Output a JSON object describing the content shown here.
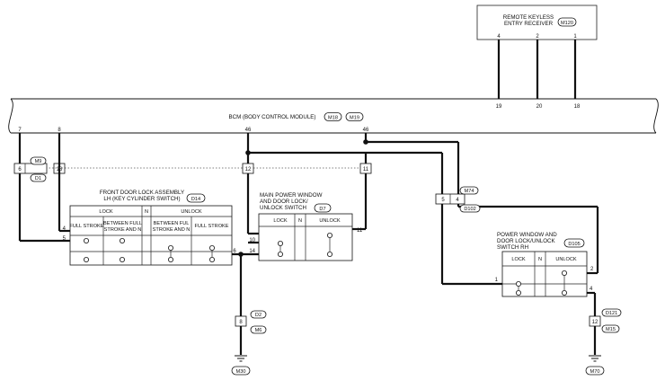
{
  "receiver": {
    "title_line1": "REMOTE KEYLESS",
    "title_line2": "ENTRY RECEIVER",
    "connector": "M120",
    "pins": [
      "4",
      "2",
      "1"
    ]
  },
  "bcm": {
    "label": "BCM (BODY CONTROL MODULE)",
    "connectors": [
      "M18",
      "M19"
    ],
    "top_pins": [
      "19",
      "20",
      "18"
    ],
    "bottom_pins": [
      "7",
      "8",
      "46",
      "46"
    ]
  },
  "joint_m9": {
    "pins": [
      "6",
      "18"
    ],
    "connectors": [
      "M9",
      "D1"
    ]
  },
  "joint_center": {
    "pins": [
      "12",
      "11"
    ]
  },
  "joint_m74": {
    "pins": [
      "5",
      "4"
    ],
    "connectors": [
      "M74",
      "D102"
    ]
  },
  "front_lock": {
    "title_line1": "FRONT DOOR LOCK ASSEMBLY",
    "title_line2": "LH (KEY CYLINDER SWITCH)",
    "connector": "D14",
    "col_lock": "LOCK",
    "col_n": "N",
    "col_unlock": "UNLOCK",
    "sub1": "FULL STROKE",
    "sub2_line1": "BETWEEN FULL",
    "sub2_line2": "STROKE AND N",
    "sub3_line1": "BETWEEN FUL",
    "sub3_line2": "STROKE AND N",
    "sub4": "FULL STROKE",
    "pins": [
      "4",
      "5",
      "6"
    ]
  },
  "main_switch": {
    "title_line1": "MAIN POWER WINDOW",
    "title_line2": "AND DOOR LOCK/",
    "title_line3": "UNLOCK SWITCH",
    "connector": "D7",
    "col_lock": "LOCK",
    "col_n": "N",
    "col_unlock": "UNLOCK",
    "pins": [
      "10",
      "14",
      "11"
    ]
  },
  "rh_switch": {
    "title_line1": "POWER WINDOW AND",
    "title_line2": "DOOR LOCK/UNLOCK",
    "title_line3": "SWITCH RH",
    "connector": "D105",
    "col_lock": "LOCK",
    "col_n": "N",
    "col_unlock": "UNLOCK",
    "pins": [
      "2",
      "1",
      "4"
    ]
  },
  "ground_left": {
    "pin": "8",
    "connectors": [
      "D2",
      "M6"
    ],
    "ground": "M30"
  },
  "ground_right": {
    "pin": "12",
    "connectors": [
      "D121",
      "M15"
    ],
    "ground": "M70"
  }
}
